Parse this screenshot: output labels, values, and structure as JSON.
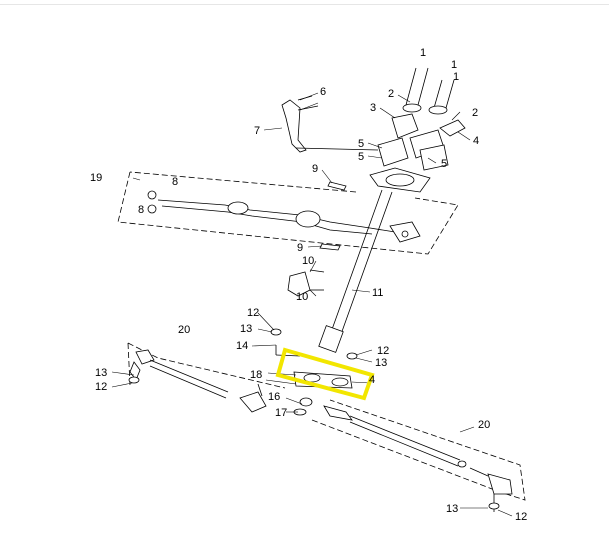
{
  "callouts": {
    "c1a": "1",
    "c1b": "1",
    "c1c": "1",
    "c2a": "2",
    "c2b": "2",
    "c3": "3",
    "c4a": "4",
    "c4b": "4",
    "c5a": "5",
    "c5b": "5",
    "c5c": "5",
    "c6": "6",
    "c7": "7",
    "c8a": "8",
    "c8b": "8",
    "c9a": "9",
    "c9b": "9",
    "c10a": "10",
    "c10b": "10",
    "c11": "11",
    "c12a": "12",
    "c12b": "12",
    "c12c": "12",
    "c12d": "12",
    "c13a": "13",
    "c13b": "13",
    "c13c": "13",
    "c13d": "13",
    "c14": "14",
    "c16": "16",
    "c17": "17",
    "c18": "18",
    "c19": "19",
    "c20a": "20",
    "c20b": "20"
  },
  "colors": {
    "line": "#000000",
    "highlight": "#f2e600",
    "part_fill": "#f4f4f4"
  }
}
